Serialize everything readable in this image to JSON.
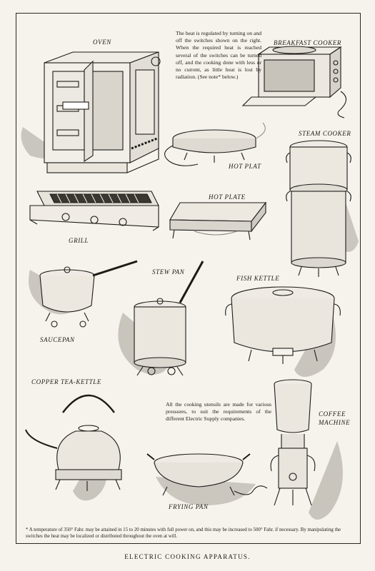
{
  "caption": "ELECTRIC COOKING APPARATUS.",
  "notes": {
    "heat_regulation": "The heat is regulated by turning on and off the switches shown on the right. When the required heat is reached several of the switches can be turned off, and the cooking done with less or no current, as little heat is lost by radiation. (See note* below.)",
    "utensils": "All the cooking utensils are made for various pressures, to suit the requirements of the different Electric Supply companies.",
    "footnote": "* A temperature of 350° Fahr. may be attained in 15 to 20 minutes with full power on, and this may be increased to 500° Fahr. if necessary. By manipulating the switches the heat may be localized or distributed throughout the oven at will."
  },
  "items": {
    "oven": "Oven",
    "breakfast_cooker": "Breakfast Cooker",
    "hot_plat": "Hot Plat",
    "steam_cooker": "Steam Cooker",
    "grill": "Grill",
    "hot_plate": "Hot Plate",
    "stew_pan": "Stew Pan",
    "saucepan": "Saucepan",
    "fish_kettle": "Fish Kettle",
    "copper_tea_kettle": "Copper Tea-Kettle",
    "coffee_machine": "Coffee Machine",
    "frying_pan": "Frying Pan"
  }
}
